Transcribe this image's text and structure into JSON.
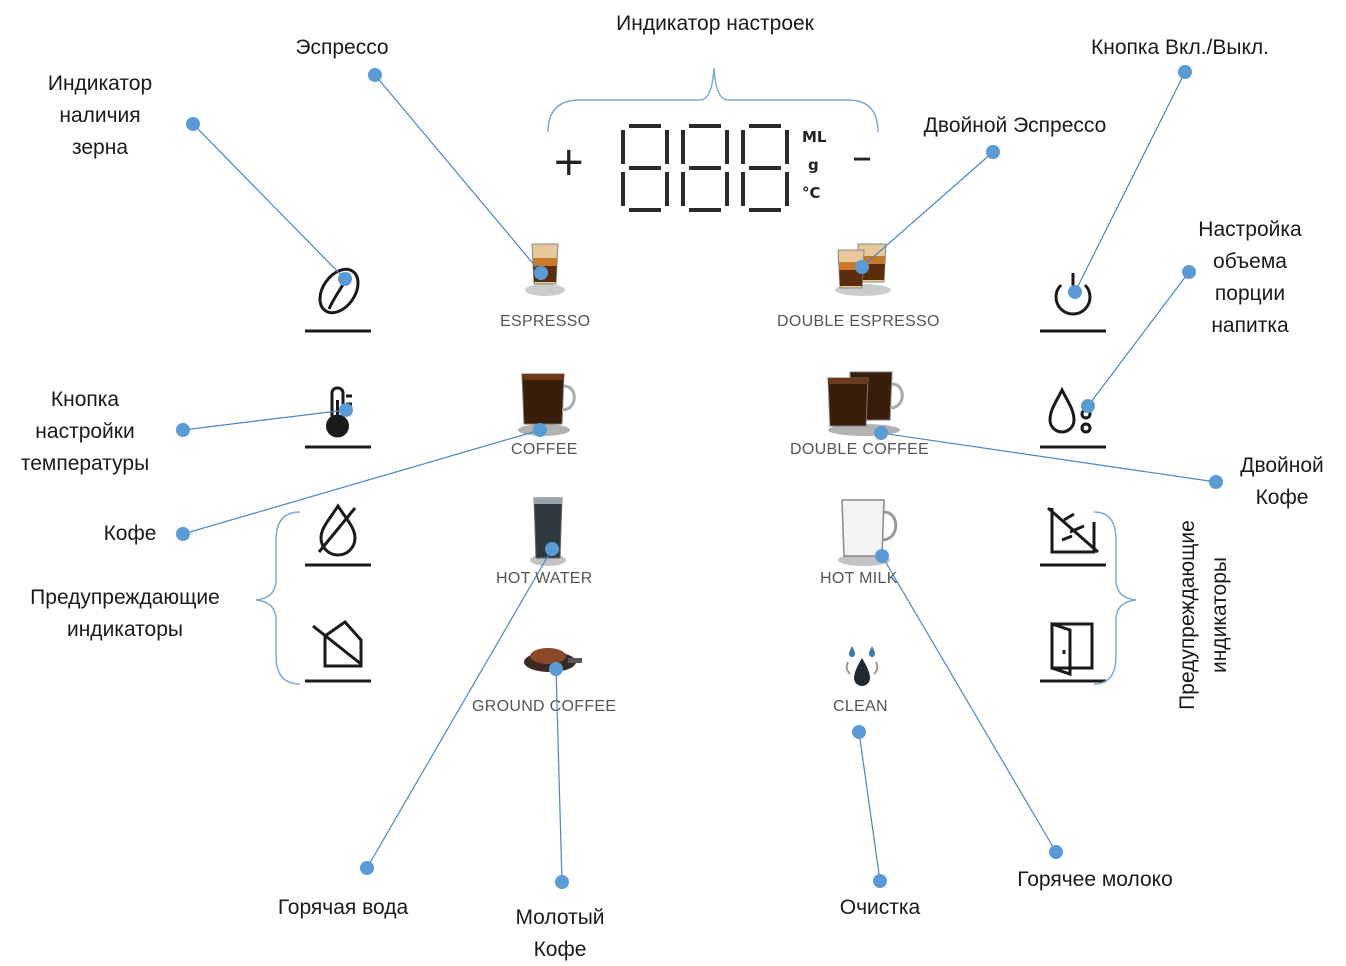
{
  "display": {
    "plus": "+",
    "minus": "–",
    "units": [
      "ML",
      "g",
      "°C"
    ],
    "digits": "888"
  },
  "buttons": {
    "espresso": "ESPRESSO",
    "double_espresso": "DOUBLE ESPRESSO",
    "coffee": "COFFEE",
    "double_coffee": "DOUBLE COFFEE",
    "hot_water": "HOT WATER",
    "hot_milk": "HOT MILK",
    "ground_coffee": "GROUND COFFEE",
    "clean": "CLEAN"
  },
  "callouts": {
    "settings_indicator": "Индикатор настроек",
    "espresso": "Эспрессо",
    "bean_indicator": "Индикатор\nналичия\nзерна",
    "power_button": "Кнопка Вкл./Выкл.",
    "double_espresso": "Двойной Эспрессо",
    "volume_setting": "Настройка\nобъема\nпорции\nнапитка",
    "temperature_button": "Кнопка\nнастройки\nтемпературы",
    "double_coffee": "Двойной\nКофе",
    "coffee": "Кофе",
    "warnings_left": "Предупреждающие\nиндикаторы",
    "warnings_right": "Предупреждающие\nиндикаторы",
    "hot_water": "Горячая вода",
    "ground_coffee": "Молотый\nКофе",
    "clean": "Очистка",
    "hot_milk": "Горячее молоко"
  },
  "colors": {
    "leader": "#4a86c6",
    "dot": "#5b9bd5",
    "bracket": "#7fa7d6",
    "icon": "#1a1a1a"
  }
}
